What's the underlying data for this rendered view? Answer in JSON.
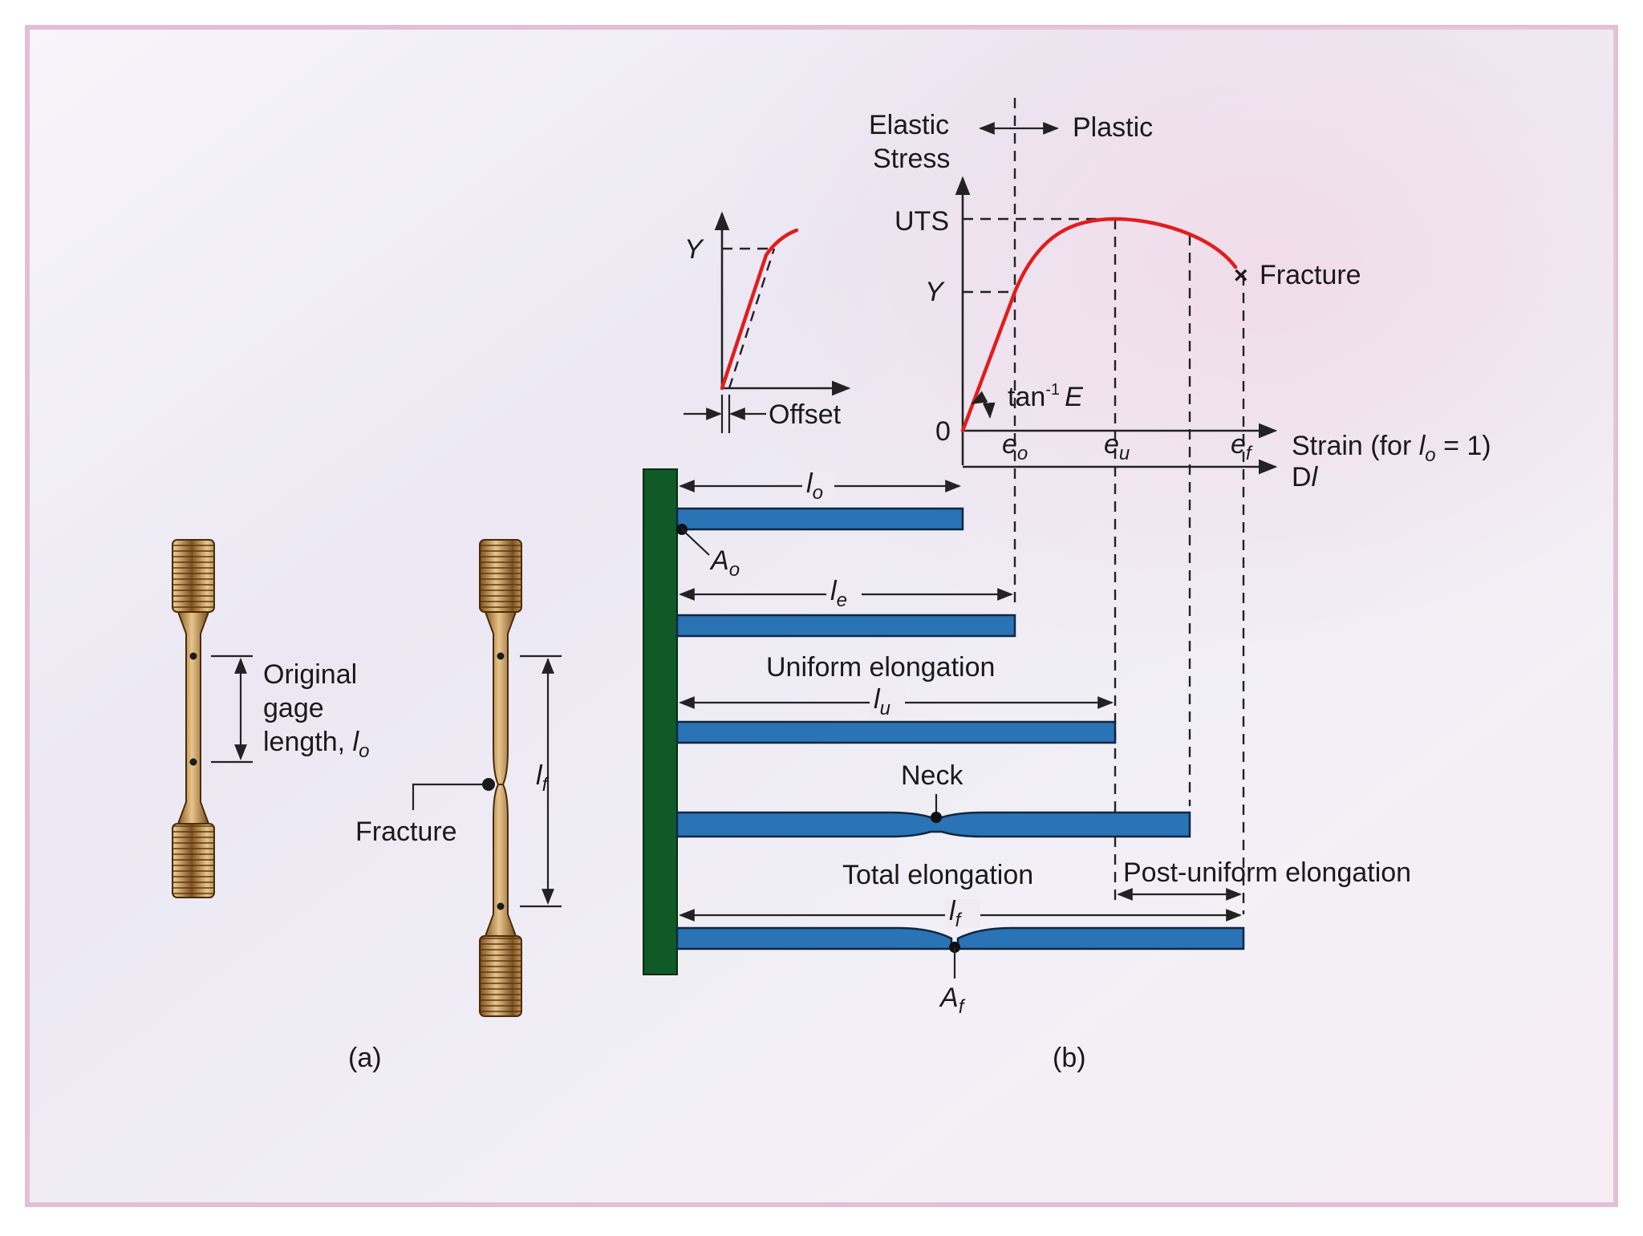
{
  "colors": {
    "curve": "#e11d1d",
    "specimen_bar": "#2a73b4",
    "grip_wall": "#0f5a27",
    "specimen_metal": "#c59a5a",
    "frame_border": "#e2bfd6"
  },
  "panel_a": {
    "caption": "(a)",
    "gage_label_line1": "Original",
    "gage_label_line2": "gage",
    "gage_label_line3": "length, ",
    "gage_label_sym": "l",
    "gage_label_sub": "o",
    "fracture_label": "Fracture",
    "lf_sym": "l",
    "lf_sub": "f"
  },
  "panel_b": {
    "caption": "(b)",
    "elastic_label": "Elastic",
    "plastic_label": "Plastic",
    "stress_label": "Stress",
    "uts_label": "UTS",
    "y_label": "Y",
    "zero_label": "0",
    "slope_label": "tan",
    "slope_sup": "-1",
    "slope_sym": "E",
    "fracture_label": "Fracture",
    "eo_sym": "e",
    "eo_sub": "o",
    "eu_sym": "e",
    "eu_sub": "u",
    "ef_sym": "e",
    "ef_sub": "f",
    "strain_label": "Strain (for ",
    "strain_sym": "l",
    "strain_sub": "o",
    "strain_tail": " = 1)",
    "dl_label": "D",
    "dl_sym": "l"
  },
  "inset": {
    "y_label": "Y",
    "offset_label": "Offset"
  },
  "bars": {
    "lo_sym": "l",
    "lo_sub": "o",
    "ao_sym": "A",
    "ao_sub": "o",
    "le_sym": "l",
    "le_sub": "e",
    "uniform_label": "Uniform elongation",
    "lu_sym": "l",
    "lu_sub": "u",
    "neck_label": "Neck",
    "total_label": "Total elongation",
    "post_uniform_label": "Post-uniform elongation",
    "lf_sym": "l",
    "lf_sub": "f",
    "af_sym": "A",
    "af_sub": "f"
  }
}
